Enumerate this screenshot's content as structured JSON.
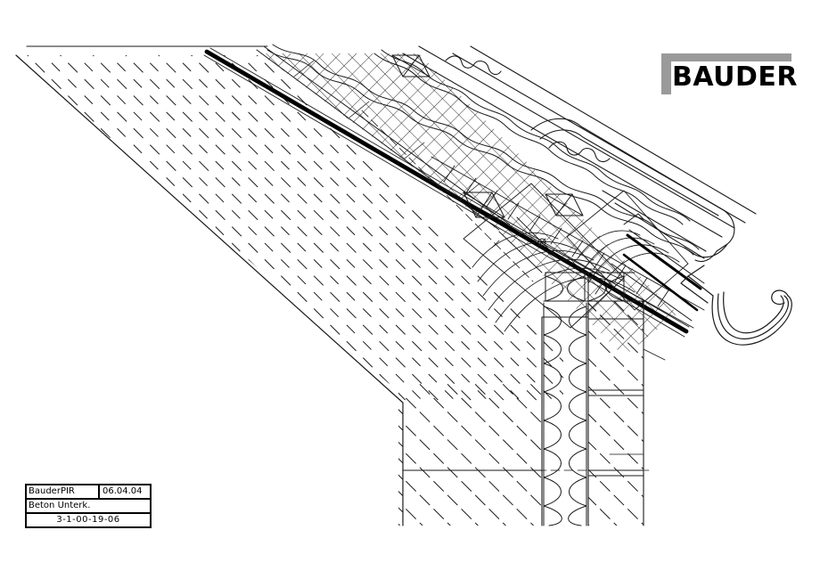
{
  "drawing": {
    "kind": "architectural-detail-section",
    "subject": "Pitched concrete roof eaves detail with BauderPIR insulation, tiled roof covering and half-round gutter",
    "background_color": "#ffffff",
    "line_color": "#1a1a1a",
    "membrane_color": "#000000"
  },
  "logo": {
    "text": "BAUDER",
    "bracket_color": "#9a9a9a",
    "text_color": "#000000"
  },
  "title_block": {
    "product": "BauderPIR",
    "date": "06.04.04",
    "substrate": "Beton Unterk.",
    "drawing_number": "3-1-00-19-06"
  },
  "layers": [
    {
      "name": "concrete-roof-slab",
      "hatch": "dashed-diagonal"
    },
    {
      "name": "vapour-barrier-membrane",
      "hatch": "solid-thick-black"
    },
    {
      "name": "bauderpir-insulation",
      "hatch": "cross-hatch-diamond"
    },
    {
      "name": "underlay-membrane",
      "hatch": "wavy-double-line"
    },
    {
      "name": "counter-batten",
      "hatch": "timber-x-section"
    },
    {
      "name": "tiling-batten",
      "hatch": "timber-x-section"
    },
    {
      "name": "roof-tile",
      "hatch": "outline-profile"
    },
    {
      "name": "fascia-board",
      "hatch": "wood-end-grain"
    },
    {
      "name": "half-round-gutter",
      "hatch": "outline-profile"
    },
    {
      "name": "mineral-wool-wall-insulation",
      "hatch": "zigzag-loop"
    },
    {
      "name": "masonry-wall",
      "hatch": "diagonal-lines"
    }
  ]
}
